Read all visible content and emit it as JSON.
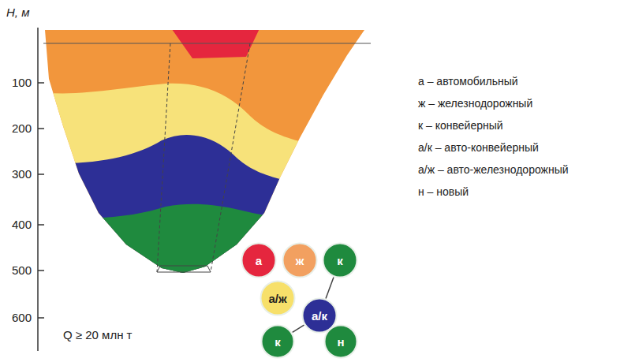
{
  "diagram": {
    "nodes": [
      {
        "text": [
          "а"
        ]
      },
      {
        "text": [
          "ж"
        ]
      },
      {
        "text": [
          "к"
        ]
      },
      {
        "text": [
          "а/ж"
        ]
      },
      {
        "text": [
          "а/к"
        ]
      },
      {
        "text": [
          "к"
        ]
      },
      {
        "text": [
          "н"
        ]
      }
    ],
    "edges": [
      {
        "from": 2,
        "to": 4,
        "arrow": "none"
      },
      {
        "from": 4,
        "to": 5,
        "arrow": "none"
      },
      {
        "from": 4,
        "to": 6,
        "arrow": "none"
      }
    ],
    "labels": [
      "H, м",
      "100",
      "200",
      "300",
      "400",
      "500",
      "600",
      "Q ≥ 20 млн т",
      "а – автомобильный",
      "ж – железнодорожный",
      "к – конвейерный",
      "а/к – авто-конвейерный",
      "а/ж – авто-железнодорожный",
      "н – новый"
    ]
  }
}
